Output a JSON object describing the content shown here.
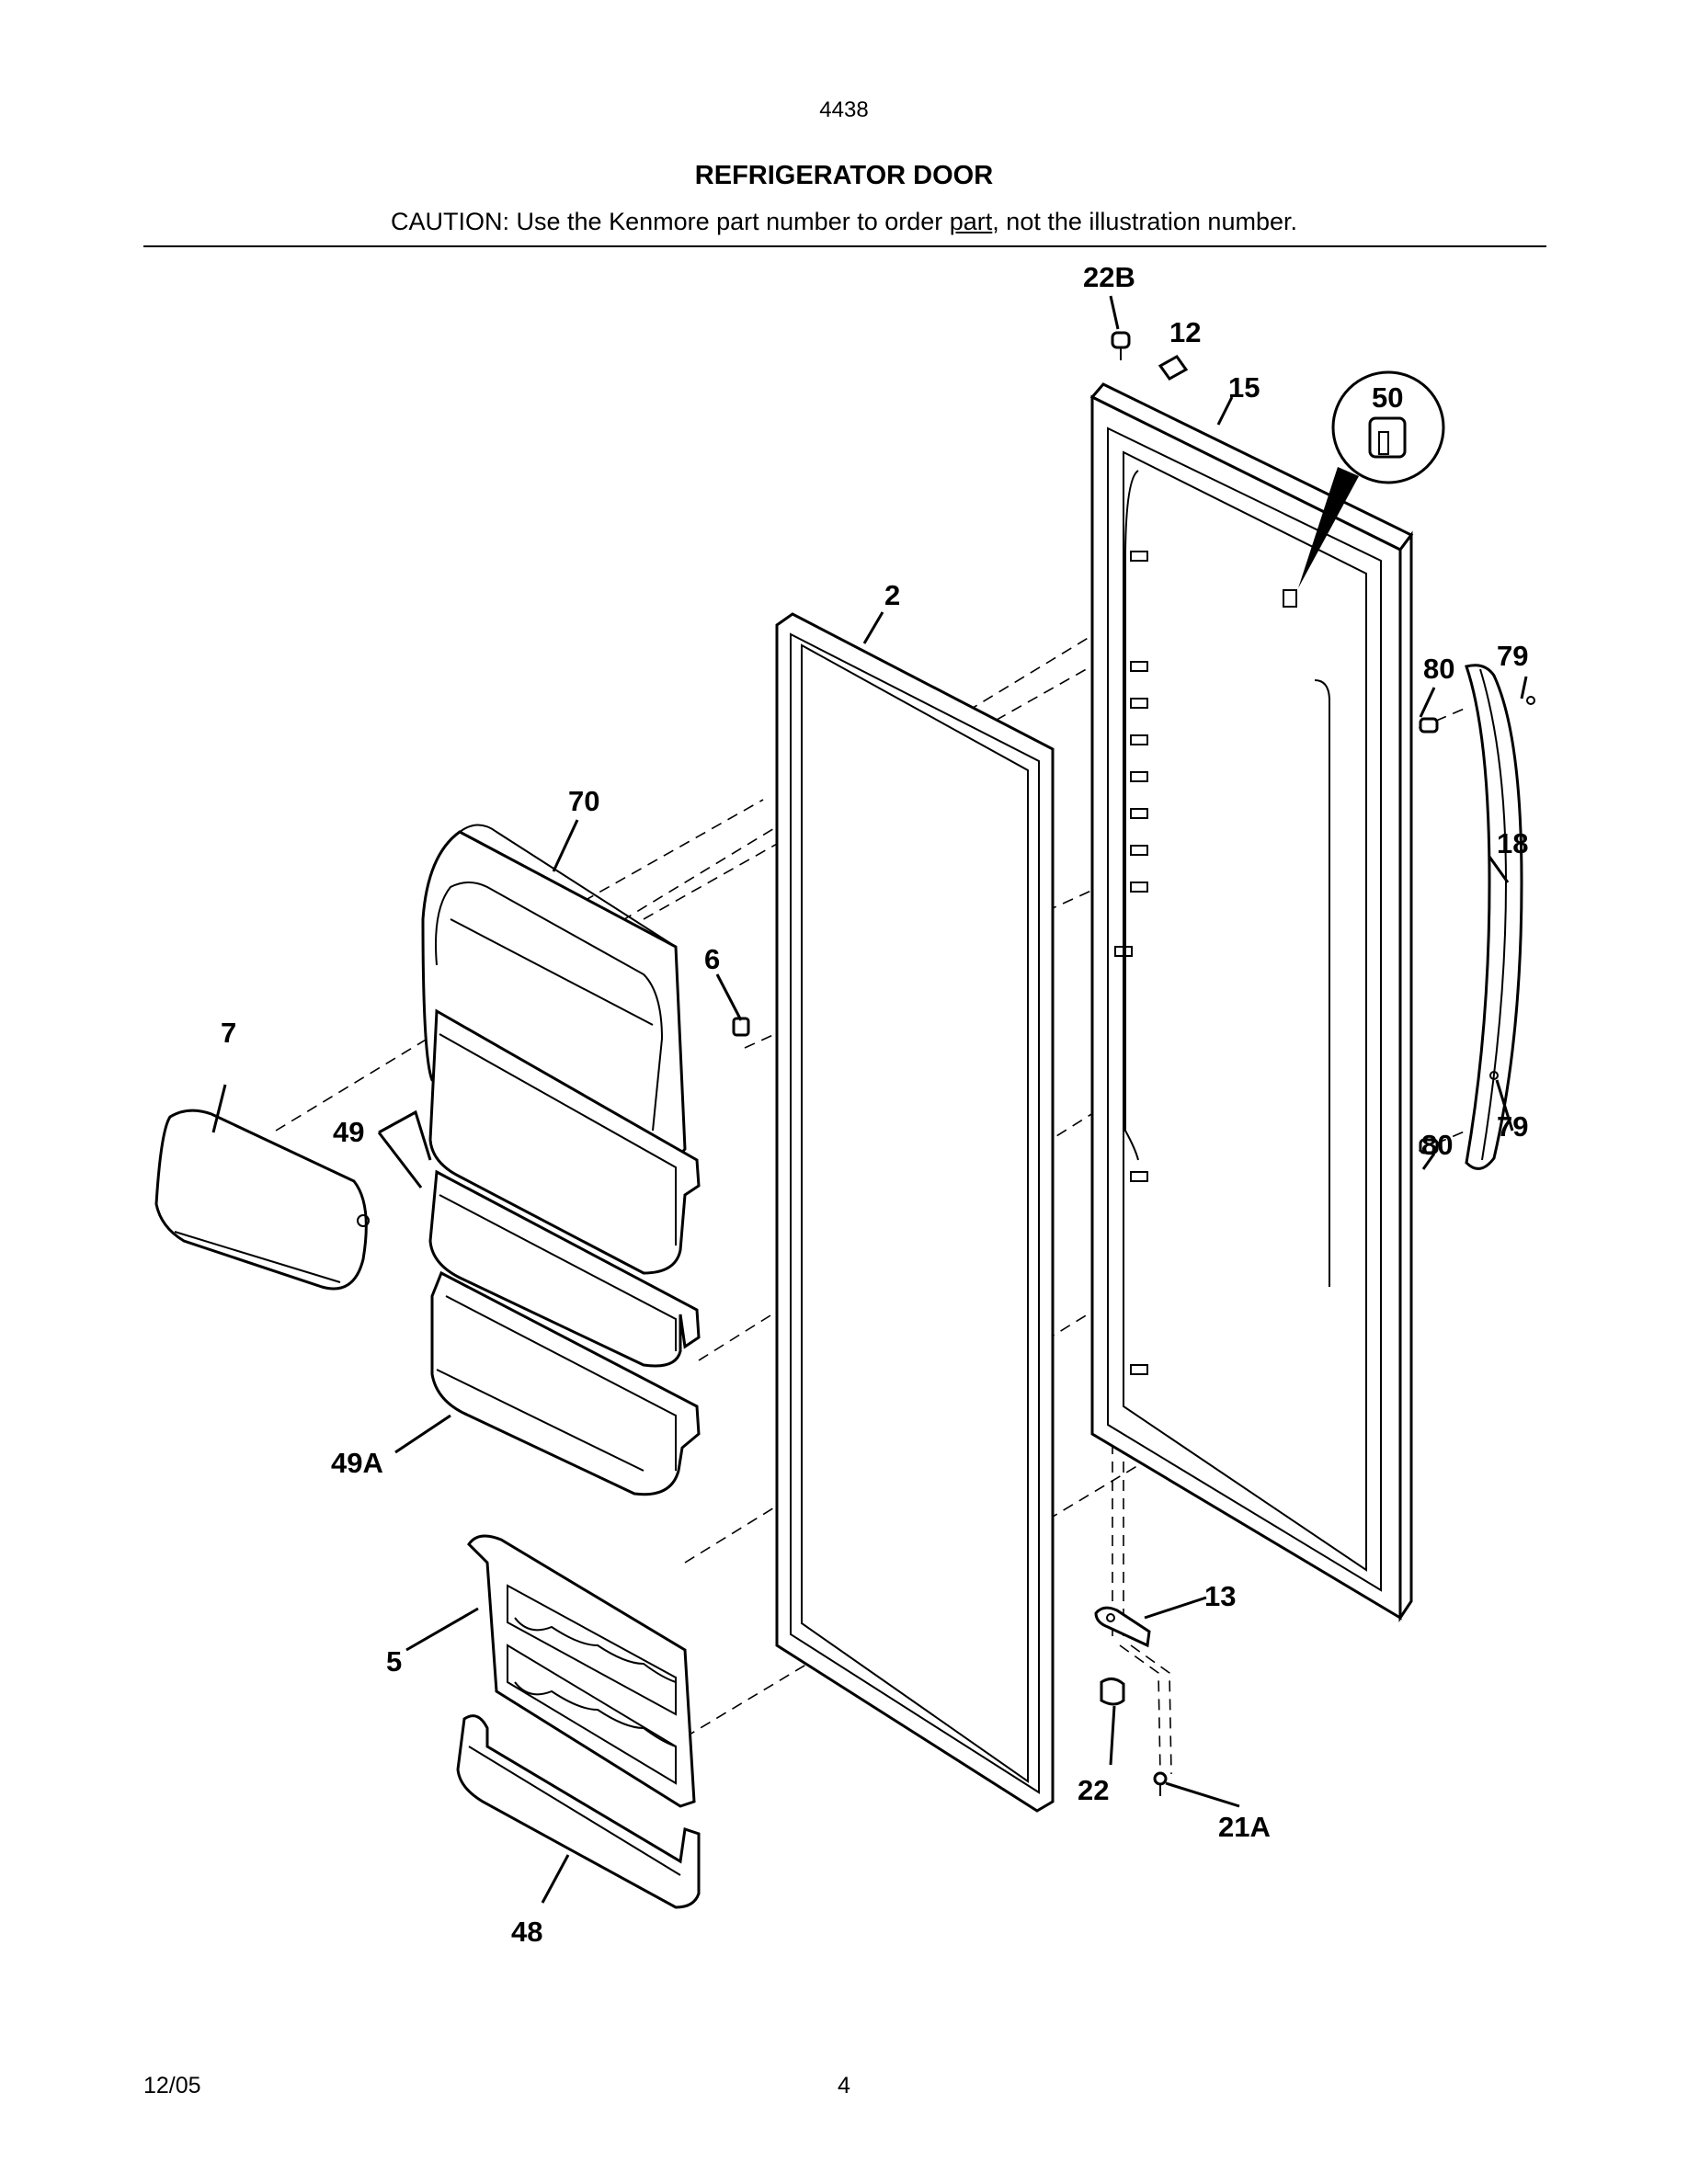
{
  "header": {
    "doc_number": "4438",
    "title": "REFRIGERATOR DOOR",
    "caution_prefix": "CAUTION: Use the Kenmore part number to order ",
    "caution_underlined": "part",
    "caution_suffix": ", not the illustration number."
  },
  "callouts": [
    "22B",
    "12",
    "15",
    "50",
    "2",
    "80",
    "79",
    "70",
    "18",
    "6",
    "7",
    "49",
    "80",
    "79",
    "49A",
    "13",
    "5",
    "22",
    "21A",
    "48"
  ],
  "footer": {
    "date": "12/05",
    "page": "4"
  }
}
